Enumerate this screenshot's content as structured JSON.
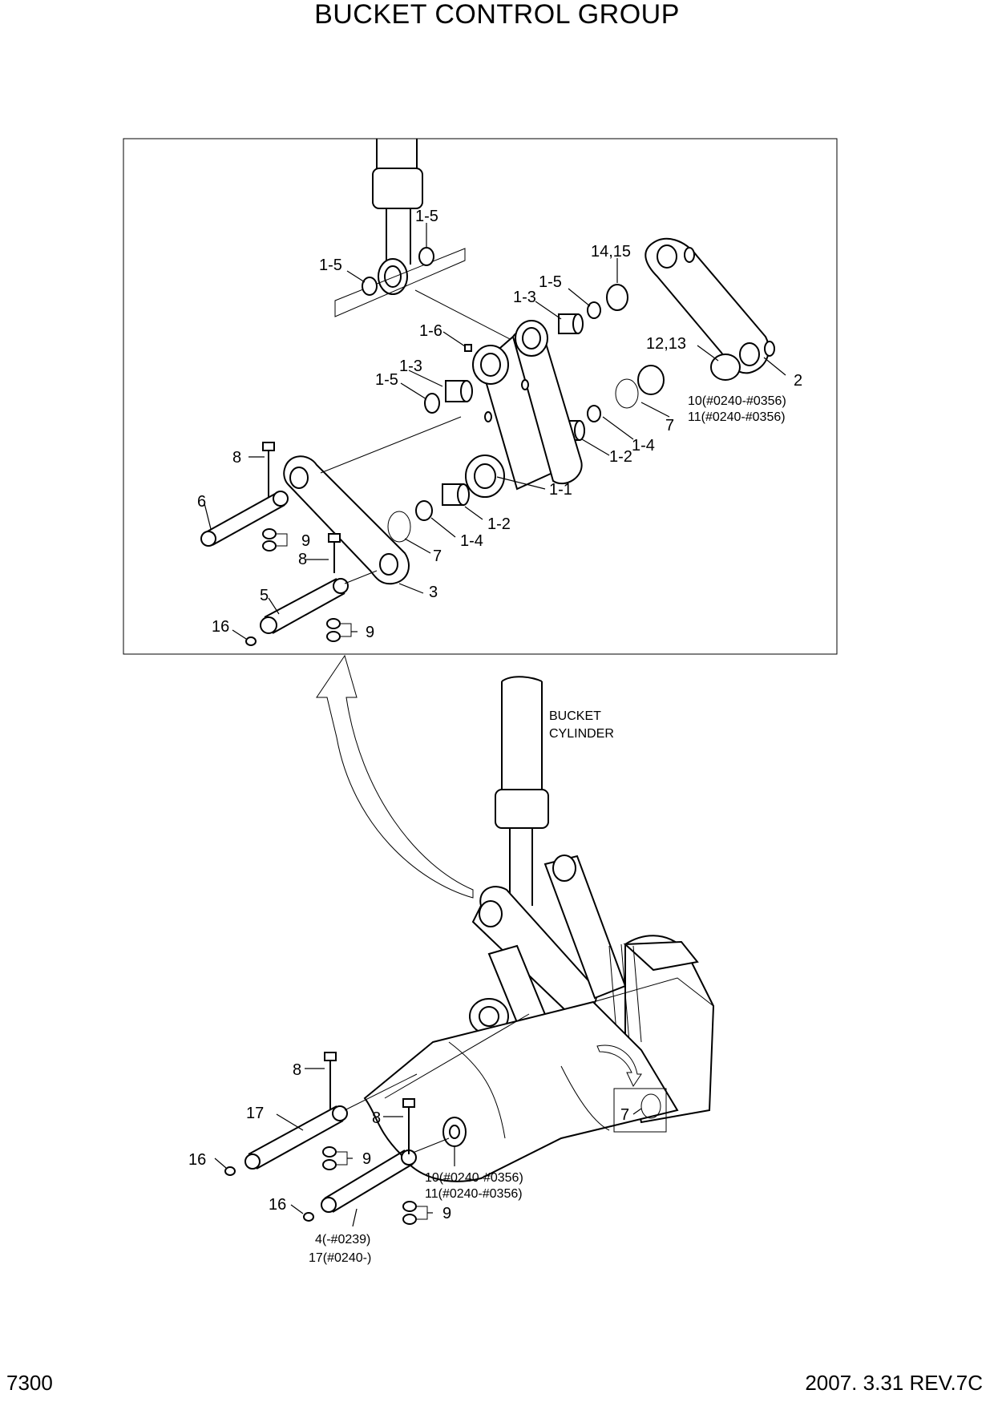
{
  "title": "BUCKET CONTROL GROUP",
  "footer": {
    "page_number": "7300",
    "revision": "2007. 3.31  REV.7C"
  },
  "assembly_labels": {
    "bucket_cylinder_line1": "BUCKET",
    "bucket_cylinder_line2": "CYLINDER"
  },
  "callouts": {
    "detail": {
      "c1_5_top": "1-5",
      "c1_5_left": "1-5",
      "c14_15": "14,15",
      "c1_5_mid": "1-5",
      "c1_3_upper": "1-3",
      "c1_6": "1-6",
      "c12_13": "12,13",
      "c1_3_lower": "1-3",
      "c1_5_lower": "1-5",
      "c2": "2",
      "c10_range": "10(#0240-#0356)",
      "c11_range": "11(#0240-#0356)",
      "c7_right": "7",
      "c1_4_right": "1-4",
      "c1_2_right": "1-2",
      "c8_top": "8",
      "c1_1": "1-1",
      "c6": "6",
      "c1_2_left": "1-2",
      "c9_top": "9",
      "c1_4_left": "1-4",
      "c8_mid": "8",
      "c7_left": "7",
      "c5": "5",
      "c3": "3",
      "c16_detail": "16",
      "c9_mid": "9"
    },
    "main": {
      "c8_a": "8",
      "c17": "17",
      "c7_box": "7",
      "c8_b": "8",
      "c16_a": "16",
      "c9_a": "9",
      "c10_range": "10(#0240-#0356)",
      "c11_range": "11(#0240-#0356)",
      "c16_b": "16",
      "c9_b": "9",
      "c4_range": "4(-#0239)",
      "c17_range": "17(#0240-)"
    }
  }
}
